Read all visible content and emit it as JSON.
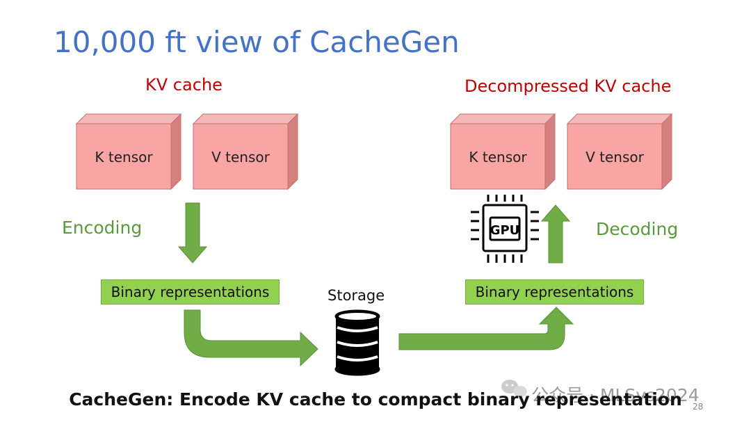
{
  "slide": {
    "title": "10,000 ft view of CacheGen",
    "caption": "CacheGen: Encode KV cache to compact binary representation",
    "page_number": "28"
  },
  "left": {
    "group_label": "KV cache",
    "k_tensor": "K tensor",
    "v_tensor": "V tensor",
    "process_label": "Encoding",
    "binary_label": "Binary representations"
  },
  "middle": {
    "storage_label": "Storage",
    "storage_icon": "database-icon"
  },
  "right": {
    "group_label": "Decompressed KV cache",
    "k_tensor": "K tensor",
    "v_tensor": "V tensor",
    "process_label": "Decoding",
    "binary_label": "Binary representations",
    "gpu_chip_text": "GPU",
    "gpu_icon": "gpu-chip-icon"
  },
  "watermark": {
    "text": "公众号 · MLSys2024",
    "icon": "wechat-icon"
  },
  "colors": {
    "title": "#4472C4",
    "red_label": "#C00000",
    "green_label": "#5A9A3A",
    "tensor_front": "#F8A5A3",
    "tensor_top": "#F4B9B7",
    "tensor_side": "#D4807F",
    "binary_fill": "#92D050",
    "arrow": "#70AD47"
  }
}
